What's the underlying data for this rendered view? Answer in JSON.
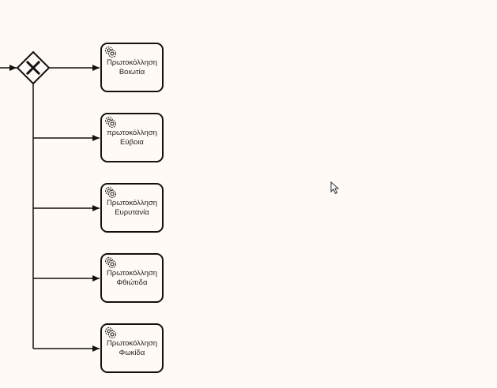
{
  "diagram": {
    "gateway": {
      "type": "exclusive",
      "symbol": "X"
    },
    "tasks": [
      {
        "line1": "Πρωτοκόλληση",
        "line2": "Βοιωτία",
        "icon": "service-task-gear-icon"
      },
      {
        "line1": "πρωτοκόλληση",
        "line2": "Εύβοια",
        "icon": "service-task-gear-icon"
      },
      {
        "line1": "Πρωτοκόλληση",
        "line2": "Ευρυτανία",
        "icon": "service-task-gear-icon"
      },
      {
        "line1": "Πρωτοκόλληση",
        "line2": "Φθιώτιδα",
        "icon": "service-task-gear-icon"
      },
      {
        "line1": "Πρωτοκόλληση",
        "line2": "Φωκίδα",
        "icon": "service-task-gear-icon"
      }
    ],
    "colors": {
      "background": "#fffaf6",
      "stroke": "#111111"
    }
  }
}
